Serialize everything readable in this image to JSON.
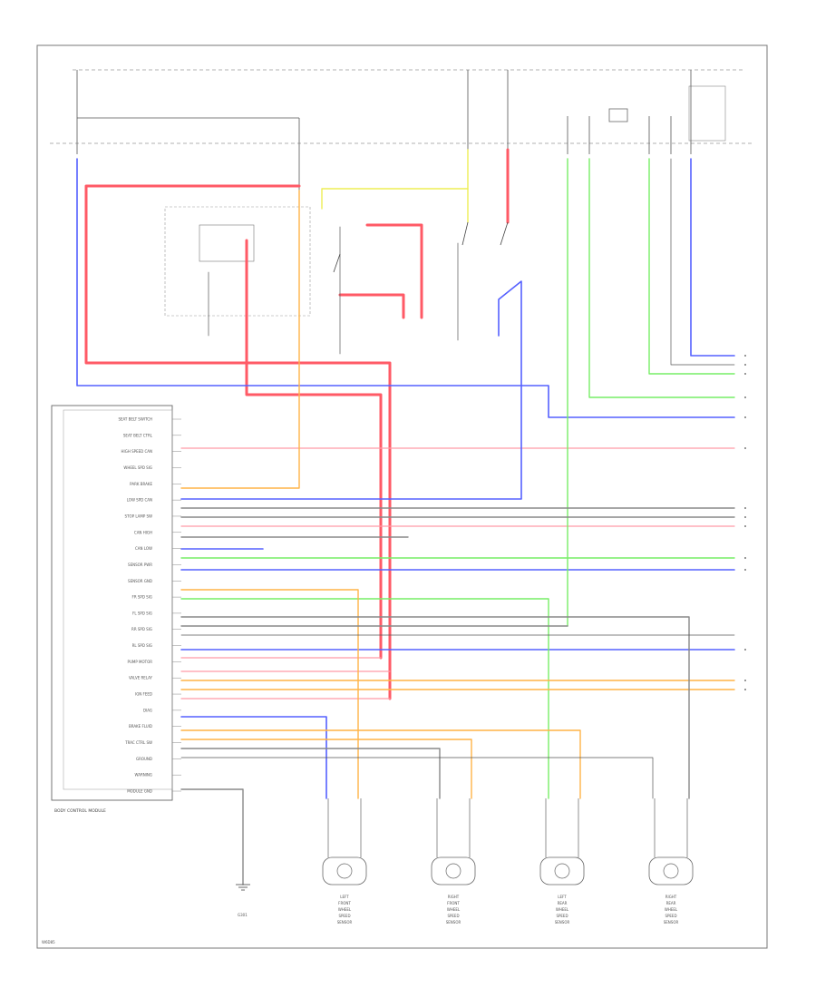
{
  "diagram": {
    "footer_code": "W6D85",
    "ground_label": "G301",
    "module_label": "BODY CONTROL MODULE",
    "module_pins_left": [
      "SEAT BELT SWITCH",
      "SEAT BELT CTRL",
      "HIGH SPEED CAN",
      "WHEEL SPD SIG",
      "PARK BRAKE",
      "LOW SPD CAN",
      "STOP LAMP SW",
      "CAN HIGH",
      "CAN LOW",
      "SENSOR PWR",
      "SENSOR GND",
      "FR SPD SIG",
      "FL SPD SIG",
      "RR SPD SIG",
      "RL SPD SIG",
      "PUMP MOTOR",
      "VALVE RELAY",
      "IGN FEED",
      "DIAG",
      "BRAKE FLUID",
      "TRAC CTRL SW",
      "GROUND",
      "WARNING",
      "MODULE GND"
    ],
    "sensors": [
      {
        "label": "LEFT FRONT WHEEL SPEED SENSOR"
      },
      {
        "label": "RIGHT FRONT WHEEL SPEED SENSOR"
      },
      {
        "label": "LEFT REAR WHEEL SPEED SENSOR"
      },
      {
        "label": "RIGHT REAR WHEEL SPEED SENSOR"
      }
    ],
    "colors": {
      "red": "#ff5a66",
      "pink": "#ff9aa6",
      "blue": "#5560ff",
      "green": "#77ee66",
      "yellow": "#eeee55",
      "orange": "#ffb347",
      "gray": "#888888",
      "dark": "#333333",
      "frame": "#666666"
    }
  }
}
